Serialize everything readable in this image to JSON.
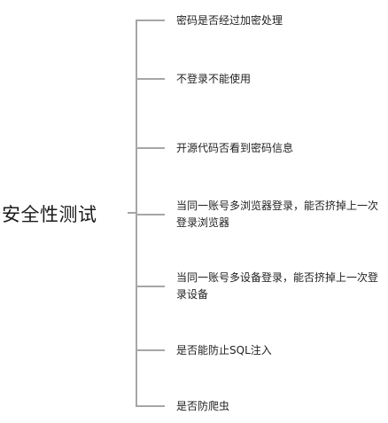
{
  "mindmap": {
    "root": "安全性测试",
    "branches": [
      "密码是否经过加密处理",
      "不登录不能使用",
      "开源代码否看到密码信息",
      "当同一账号多浏览器登录，能否挤掉上一次登录浏览器",
      "当同一账号多设备登录，能否挤掉上一次登录设备",
      "是否能防止SQL注入",
      "是否防爬虫"
    ]
  },
  "colors": {
    "connector": "#a6a6a6",
    "text": "#1f1f1f"
  }
}
